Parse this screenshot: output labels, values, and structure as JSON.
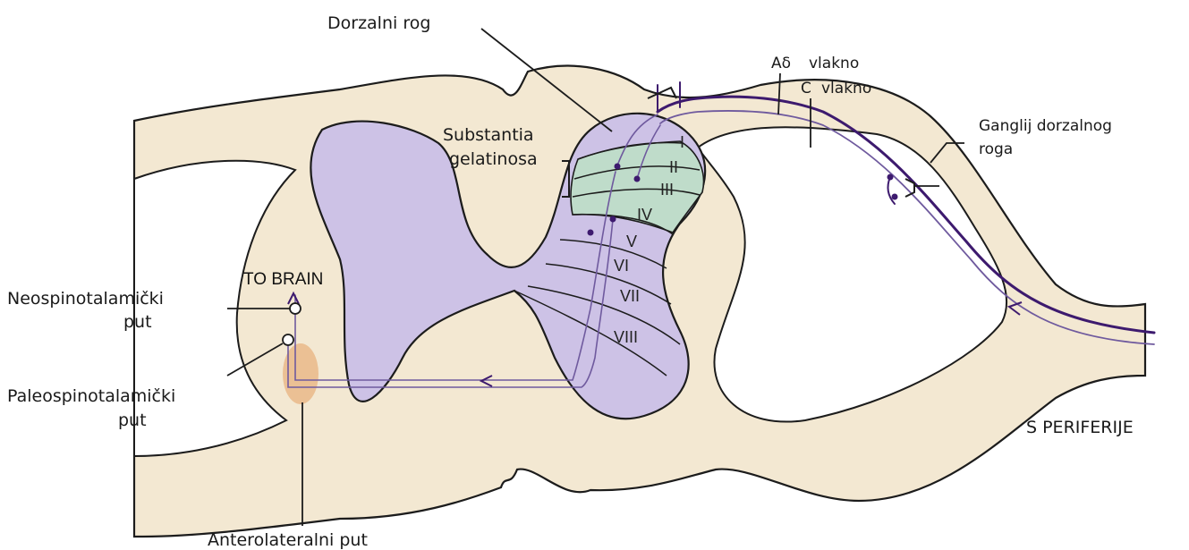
{
  "labels": {
    "dorsal_horn": "Dorzalni rog",
    "a_delta_symbol": "Aδ",
    "a_delta_word": "vlakno",
    "c_symbol": "C",
    "c_word": "vlakno",
    "ganglion_line1": "Ganglij dorzalnog",
    "ganglion_line2": "roga",
    "substantia_line1": "Substantia",
    "substantia_line2": "gelatinosa",
    "to_brain": "TO BRAIN",
    "neo_line1": "Neospinotalamički",
    "neo_line2": "put",
    "paleo_line1": "Paleospinotalamički",
    "paleo_line2": "put",
    "periphery": "S PERIFERIJE",
    "anterolateral": "Anterolateralni put"
  },
  "laminae": [
    "I",
    "II",
    "III",
    "IV",
    "V",
    "VI",
    "VII",
    "VIII"
  ],
  "colors": {
    "cord": "#f3e8d2",
    "outline": "#1c1c1c",
    "grey_matter": "#cdc2e6",
    "substantia_gelatinosa": "#bfdcca",
    "fiber_a_delta": "#3d1a6e",
    "fiber_c": "#6f5a9e",
    "tract_patch": "#e9b98a"
  }
}
